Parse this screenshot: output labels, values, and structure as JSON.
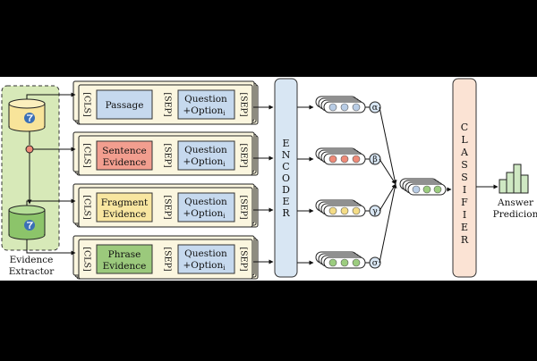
{
  "extractor": {
    "label_line1": "Evidence",
    "label_line2": "Extractor"
  },
  "rows": [
    {
      "cls": "[CLS]",
      "sep": "[SEP]",
      "evidence": [
        "Passage"
      ],
      "question": [
        "Question",
        "+Option"
      ],
      "option_sub": "i",
      "evidence_color": "#c6d9ee"
    },
    {
      "cls": "[CLS]",
      "sep": "[SEP]",
      "evidence": [
        "Sentence",
        "Evidence"
      ],
      "question": [
        "Question",
        "+Option"
      ],
      "option_sub": "i",
      "evidence_color": "#f29e8f"
    },
    {
      "cls": "[CLS]",
      "sep": "[SEP]",
      "evidence": [
        "Fragment",
        "Evidence"
      ],
      "question": [
        "Question",
        "+Option"
      ],
      "option_sub": "i",
      "evidence_color": "#f8e6a0"
    },
    {
      "cls": "[CLS]",
      "sep": "[SEP]",
      "evidence": [
        "Phrase",
        "Evidence"
      ],
      "question": [
        "Question",
        "+Option"
      ],
      "option_sub": "i",
      "evidence_color": "#9bc97c"
    }
  ],
  "encoder": {
    "label": "ENCODER"
  },
  "weights": [
    "α",
    "β",
    "γ",
    "σ"
  ],
  "vector_colors": [
    "#b9cde6",
    "#ee8a78",
    "#f4dc86",
    "#9ccd7f"
  ],
  "classifier": {
    "label": "CLASSIFIER"
  },
  "output": {
    "label_line1": "Answer",
    "label_line2": "Predicion"
  },
  "colors": {
    "card_fill": "#fbf6df",
    "encoder_fill": "#d8e6f3",
    "classifier_fill": "#fbe3d4",
    "extractor_fill": "#d7e9b8",
    "bar_fill": "#cfe8c3"
  }
}
